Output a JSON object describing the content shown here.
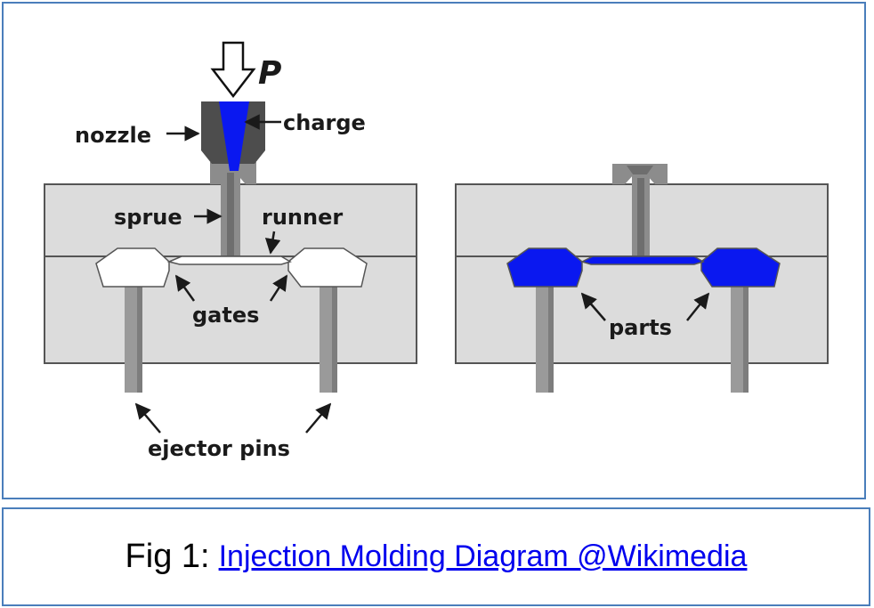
{
  "diagram": {
    "labels": {
      "pressure": "P",
      "nozzle": "nozzle",
      "charge": "charge",
      "sprue": "sprue",
      "runner": "runner",
      "gates": "gates",
      "ejector_pins": "ejector pins",
      "parts": "parts"
    },
    "colors": {
      "mold": "#dcdcdc",
      "mold_edge": "#555555",
      "nozzle": "#4d4d4d",
      "sprue": "#8c8c8c",
      "plastic": "#0a18f0",
      "pin": "#9a9a9a",
      "frame": "#4a7ebb"
    }
  },
  "caption": {
    "prefix": "Fig 1:",
    "link_text": "Injection Molding Diagram @Wikimedia",
    "link_color": "#0000ee"
  }
}
